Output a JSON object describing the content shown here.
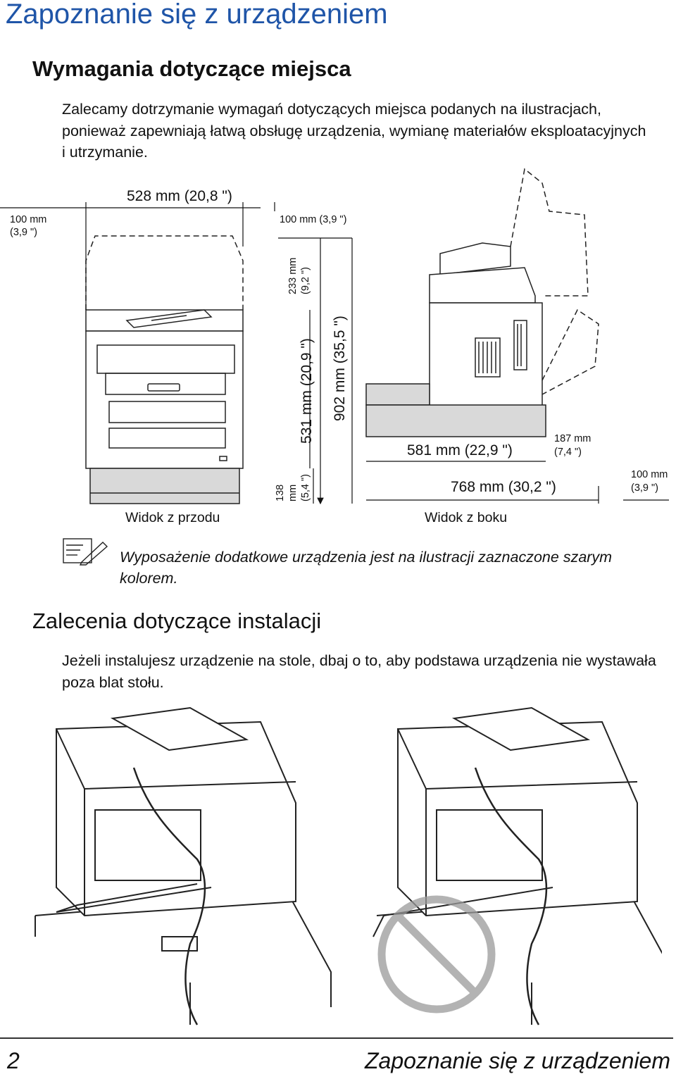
{
  "page": {
    "title": "Zapoznanie się z urządzeniem",
    "page_number": "2",
    "footer_title": "Zapoznanie się z urządzeniem"
  },
  "section1": {
    "heading": "Wymagania dotyczące miejsca",
    "paragraph": "Zalecamy dotrzymanie wymagań dotyczących miejsca podanych na ilustracjach, ponieważ zapewniają łatwą obsługę urządzenia, wymianę materiałów eksploatacyjnych i utrzymanie."
  },
  "figure1": {
    "dim_width_front": "528 mm (20,8 \")",
    "dim_left_clearance_1": "100 mm",
    "dim_left_clearance_2": "(3,9 \")",
    "dim_right_clearance": "100 mm (3,9 \")",
    "dim_top_option_1": "233 mm",
    "dim_top_option_2": "(9,2 \")",
    "dim_body_height": "531 mm (20,9 \")",
    "dim_total_height": "902 mm (35,5 \")",
    "dim_base_1": "138",
    "dim_base_2": "mm",
    "dim_base_3": "(5,4 \")",
    "dim_depth": "581 mm (22,9 \")",
    "dim_rear_option_1": "187 mm",
    "dim_rear_option_2": "(7,4 \")",
    "dim_total_depth": "768 mm (30,2 \")",
    "dim_rear_clearance_1": "100 mm",
    "dim_rear_clearance_2": "(3,9 \")",
    "caption_front": "Widok z przodu",
    "caption_side": "Widok z boku"
  },
  "note": {
    "icon": "note-pencil-icon",
    "text": "Wyposażenie dodatkowe urządzenia jest na ilustracji zaznaczone szarym kolorem."
  },
  "section2": {
    "heading": "Zalecenia dotyczące instalacji",
    "paragraph": "Jeżeli instalujesz urządzenie na stole, dbaj o to, aby podstawa urządzenia nie wystawała poza blat stołu."
  },
  "figure2": {
    "left_state": "correct-placement",
    "right_state": "incorrect-placement",
    "prohibited_icon": "prohibited-icon"
  },
  "colors": {
    "title": "#1f55a8",
    "option_gray": "#d9d9d9"
  }
}
